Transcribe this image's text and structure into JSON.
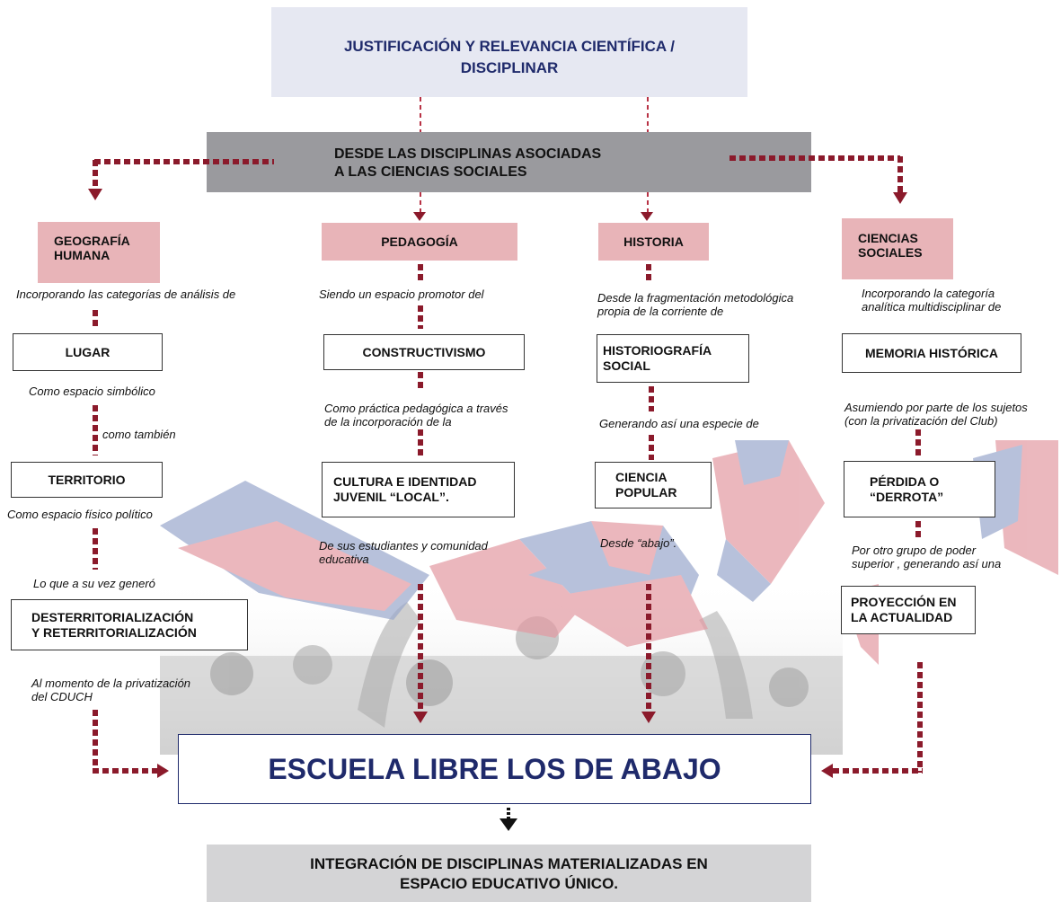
{
  "header": {
    "title_line1": "JUSTIFICACIÓN Y RELEVANCIA CIENTÍFICA /",
    "title_line2": "DISCIPLINAR"
  },
  "root": {
    "line1": "DESDE LAS DISCIPLINAS ASOCIADAS",
    "line2": "A LAS CIENCIAS SOCIALES"
  },
  "columns": {
    "geografia": {
      "heading_l1": "GEOGRAFÍA",
      "heading_l2": "HUMANA",
      "note1": "Incorporando las categorías de análisis de",
      "box1": "LUGAR",
      "note2": "Como espacio simbólico",
      "note3": "como también",
      "box2": "TERRITORIO",
      "note4": "Como espacio físico político",
      "note5": "Lo que a su vez generó",
      "box3_l1": "DESTERRITORIALIZACIÓN",
      "box3_l2": "Y RETERRITORIALIZACIÓN",
      "note6_l1": "Al momento de la privatización",
      "note6_l2": "del CDUCH"
    },
    "pedagogia": {
      "heading": "PEDAGOGÍA",
      "note1": "Siendo un espacio promotor del",
      "box1": "CONSTRUCTIVISMO",
      "note2_l1": "Como práctica pedagógica a través",
      "note2_l2": "de la incorporación de la",
      "box2_l1": "CULTURA E IDENTIDAD",
      "box2_l2": "JUVENIL “LOCAL”.",
      "note3_l1": "De sus estudiantes y comunidad",
      "note3_l2": "educativa"
    },
    "historia": {
      "heading": "HISTORIA",
      "note1_l1": "Desde la fragmentación metodológica",
      "note1_l2": "propia de la corriente de",
      "box1_l1": "HISTORIOGRAFÍA",
      "box1_l2": "SOCIAL",
      "note2": "Generando así una especie de",
      "box2_l1": "CIENCIA",
      "box2_l2": "POPULAR",
      "note3": "Desde “abajo”."
    },
    "ciencias": {
      "heading_l1": "CIENCIAS",
      "heading_l2": "SOCIALES",
      "note1_l1": "Incorporando la categoría",
      "note1_l2": "analítica multidisciplinar de",
      "box1": "MEMORIA HISTÓRICA",
      "note2_l1": "Asumiendo por parte de los sujetos",
      "note2_l2": "(con la privatización del Club)",
      "box2_l1": "PÉRDIDA O",
      "box2_l2": "“DERROTA”",
      "note3_l1": "Por otro grupo de poder",
      "note3_l2": "superior , generando así una",
      "box3_l1": "PROYECCIÓN EN",
      "box3_l2": "LA ACTUALIDAD"
    }
  },
  "main_result": "ESCUELA LIBRE LOS DE ABAJO",
  "footer": {
    "line1": "INTEGRACIÓN DE DISCIPLINAS MATERIALIZADAS EN",
    "line2": "ESPACIO EDUCATIVO ÚNICO."
  },
  "colors": {
    "accent_dark_red": "#8b1a2b",
    "pink": "#e8b4b8",
    "navy": "#1f2a6b",
    "header_bg": "#e6e8f2",
    "root_bg": "#9a9a9e"
  }
}
